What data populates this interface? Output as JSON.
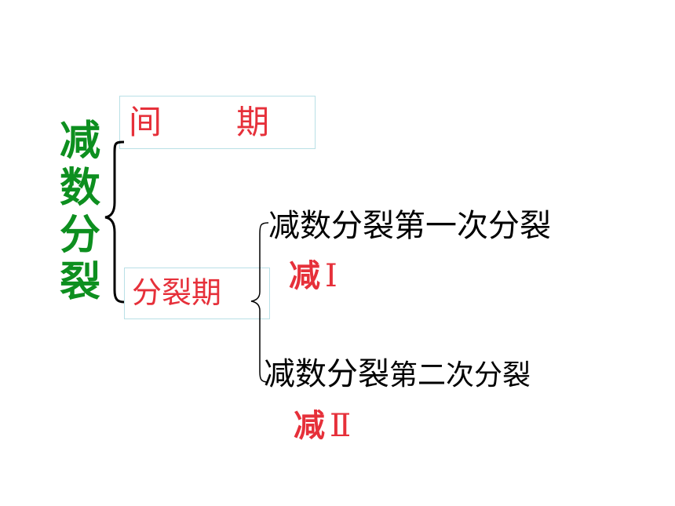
{
  "root": {
    "chars": [
      "减",
      "数",
      "分",
      "裂"
    ]
  },
  "interphase": {
    "char1": "间",
    "char2": "期"
  },
  "division_period": {
    "label": "分裂期"
  },
  "meiosis_first": {
    "label_main": "减数分裂第一次分裂",
    "abbr_han": "减",
    "abbr_num": "Ⅰ"
  },
  "meiosis_second": {
    "label_part1": "减数分裂",
    "label_part2": "第二次分裂",
    "abbr_han": "减",
    "abbr_num": "Ⅱ"
  },
  "colors": {
    "root_green": "#0d8f1f",
    "label_red": "#e6303a",
    "box_border": "#b9e0e6",
    "text_black": "#000000"
  }
}
